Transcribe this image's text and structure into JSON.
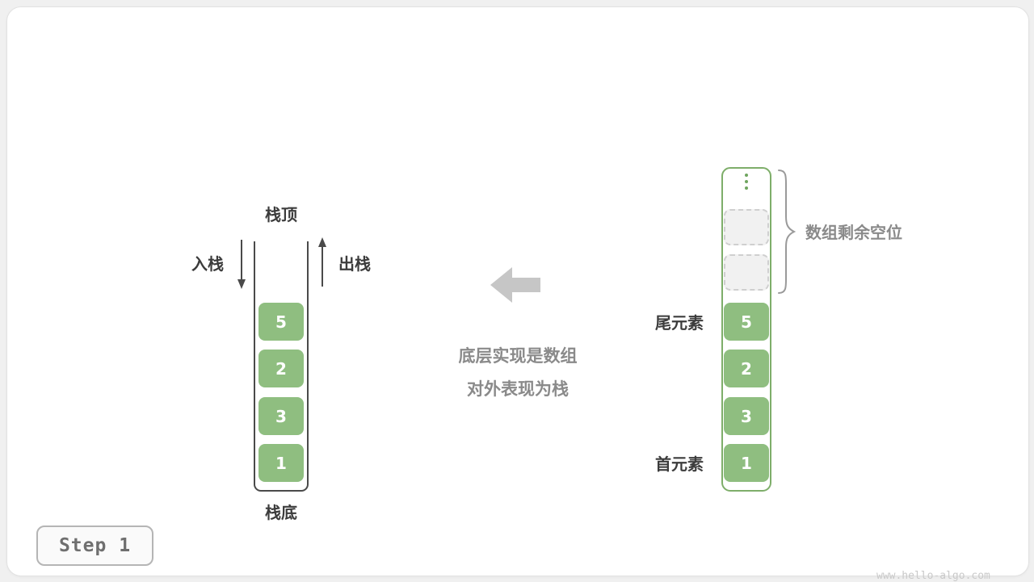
{
  "colors": {
    "cell_green": "#8fbe80",
    "array_border_green": "#7eae6a",
    "gray_text": "#8a8a8a",
    "dark_text": "#3c3c3c",
    "direction_arrow_gray": "#c6c6c6"
  },
  "stack": {
    "top_label": "栈顶",
    "bottom_label": "栈底",
    "push_label": "入栈",
    "pop_label": "出栈",
    "values": [
      "5",
      "2",
      "3",
      "1"
    ]
  },
  "description": {
    "line1": "底层实现是数组",
    "line2": "对外表现为栈"
  },
  "array": {
    "tail_label": "尾元素",
    "head_label": "首元素",
    "remaining_label": "数组剩余空位",
    "empty_slot_count": 2,
    "values": [
      "5",
      "2",
      "3",
      "1"
    ]
  },
  "icons": {
    "push_arrow": "↓",
    "pop_arrow": "↑",
    "direction_arrow": "←",
    "ellipsis": "⋮"
  },
  "footer": {
    "step_label": "Step 1",
    "watermark": "www.hello-algo.com"
  }
}
